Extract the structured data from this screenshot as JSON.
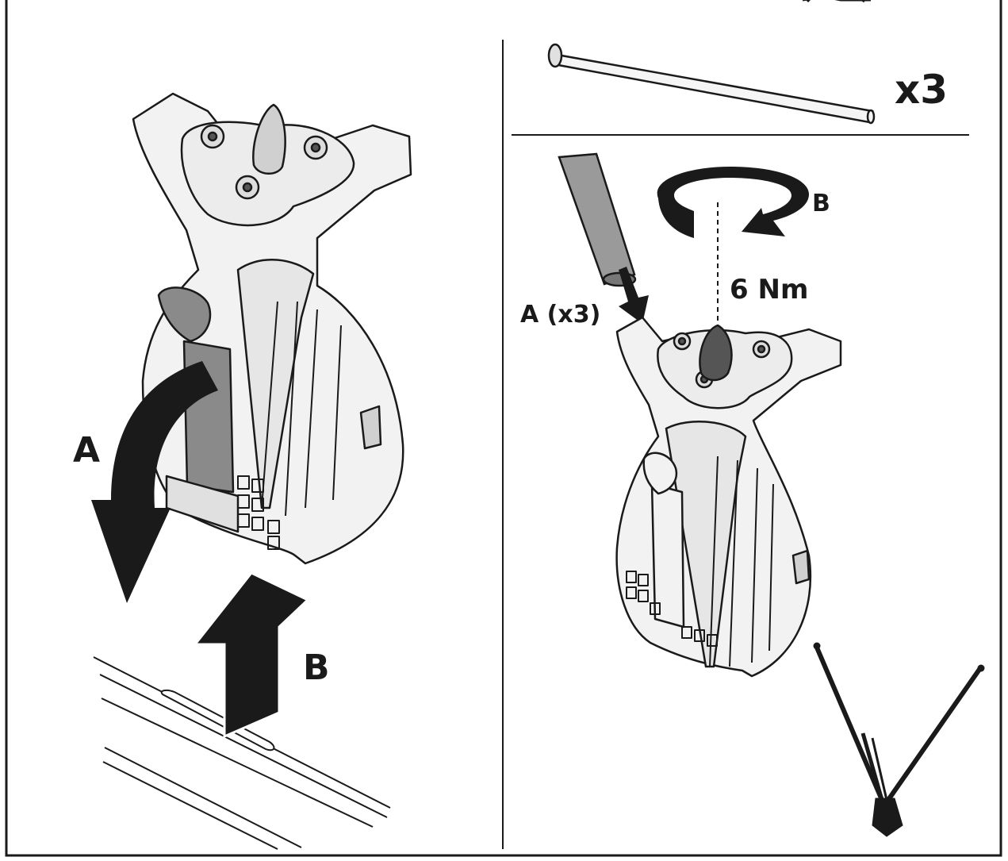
{
  "left_panel": {
    "label_a": "A",
    "label_b": "B"
  },
  "right_panel": {
    "quantity_label": "x3",
    "label_a_multi": "A (x3)",
    "label_b": "B",
    "torque_label": "6 Nm"
  },
  "colors": {
    "ink": "#1a1a1a",
    "part_fill": "#f2f2f2",
    "part_shade": "#d8d8d8",
    "strap_fill": "#8a8a8a",
    "knob_fill": "#555555",
    "rod_fill": "#9a9a9a"
  }
}
